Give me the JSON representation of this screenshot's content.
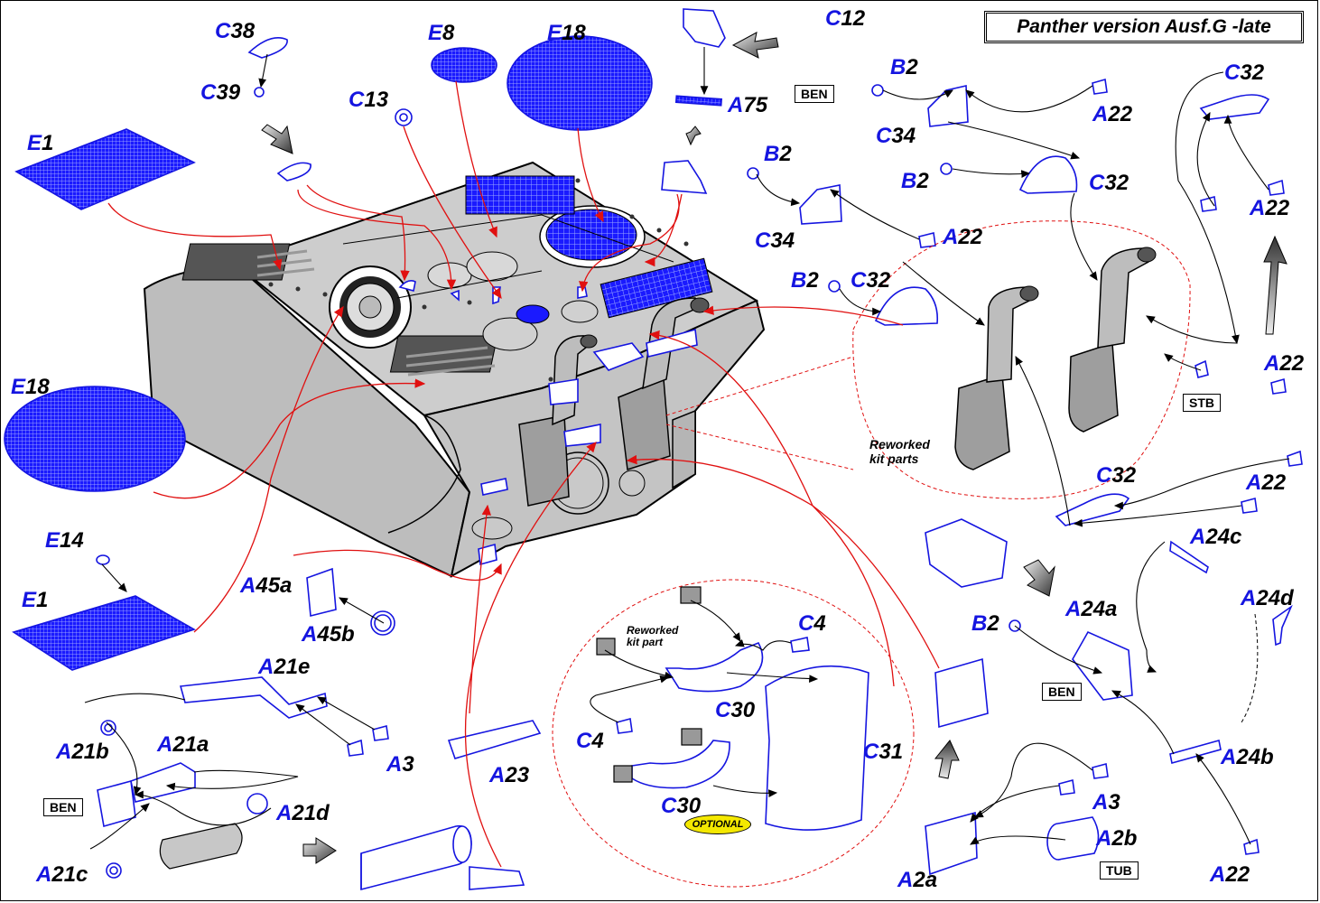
{
  "title": "Panther version  Ausf.G -late",
  "colors": {
    "part": "#1515e0",
    "leader": "#e01010",
    "hull": "#c9c9c9"
  },
  "labels": [
    {
      "id": "C38",
      "p": "C",
      "n": "38"
    },
    {
      "id": "C39",
      "p": "C",
      "n": "39"
    },
    {
      "id": "E8",
      "p": "E",
      "n": "8"
    },
    {
      "id": "E18a",
      "p": "E",
      "n": "18"
    },
    {
      "id": "C12",
      "p": "C",
      "n": "12"
    },
    {
      "id": "A75",
      "p": "A",
      "n": "75"
    },
    {
      "id": "C13",
      "p": "C",
      "n": "13"
    },
    {
      "id": "E1a",
      "p": "E",
      "n": "1"
    },
    {
      "id": "B2a",
      "p": "B",
      "n": "2"
    },
    {
      "id": "A22a",
      "p": "A",
      "n": "22"
    },
    {
      "id": "C34a",
      "p": "C",
      "n": "34"
    },
    {
      "id": "B2b",
      "p": "B",
      "n": "2"
    },
    {
      "id": "C32a",
      "p": "C",
      "n": "32"
    },
    {
      "id": "B2c",
      "p": "B",
      "n": "2"
    },
    {
      "id": "A22b",
      "p": "A",
      "n": "22"
    },
    {
      "id": "C34b",
      "p": "C",
      "n": "34"
    },
    {
      "id": "B2d",
      "p": "B",
      "n": "2"
    },
    {
      "id": "C32b",
      "p": "C",
      "n": "32"
    },
    {
      "id": "C32c",
      "p": "C",
      "n": "32"
    },
    {
      "id": "A22c",
      "p": "A",
      "n": "22"
    },
    {
      "id": "A22d",
      "p": "A",
      "n": "22"
    },
    {
      "id": "E18b",
      "p": "E",
      "n": "18"
    },
    {
      "id": "C32d",
      "p": "C",
      "n": "32"
    },
    {
      "id": "A22e",
      "p": "A",
      "n": "22"
    },
    {
      "id": "A24c",
      "p": "A",
      "n": "24c"
    },
    {
      "id": "A24d",
      "p": "A",
      "n": "24d"
    },
    {
      "id": "E14",
      "p": "E",
      "n": "14"
    },
    {
      "id": "E1b",
      "p": "E",
      "n": "1"
    },
    {
      "id": "A45a",
      "p": "A",
      "n": "45a"
    },
    {
      "id": "A45b",
      "p": "A",
      "n": "45b"
    },
    {
      "id": "C4a",
      "p": "C",
      "n": "4"
    },
    {
      "id": "B2e",
      "p": "B",
      "n": "2"
    },
    {
      "id": "A24a",
      "p": "A",
      "n": "24a"
    },
    {
      "id": "A21e",
      "p": "A",
      "n": "21e"
    },
    {
      "id": "C30a",
      "p": "C",
      "n": "30"
    },
    {
      "id": "A21b",
      "p": "A",
      "n": "21b"
    },
    {
      "id": "A21a",
      "p": "A",
      "n": "21a"
    },
    {
      "id": "A3a",
      "p": "A",
      "n": "3"
    },
    {
      "id": "C4b",
      "p": "C",
      "n": "4"
    },
    {
      "id": "C31",
      "p": "C",
      "n": "31"
    },
    {
      "id": "A24b",
      "p": "A",
      "n": "24b"
    },
    {
      "id": "A23",
      "p": "A",
      "n": "23"
    },
    {
      "id": "A21d",
      "p": "A",
      "n": "21d"
    },
    {
      "id": "C30b",
      "p": "C",
      "n": "30"
    },
    {
      "id": "A3b",
      "p": "A",
      "n": "3"
    },
    {
      "id": "A21c",
      "p": "A",
      "n": "21c"
    },
    {
      "id": "A2b",
      "p": "A",
      "n": "2b"
    },
    {
      "id": "A2a",
      "p": "A",
      "n": "2a"
    },
    {
      "id": "A22f",
      "p": "A",
      "n": "22"
    }
  ],
  "tags": {
    "ben1": "BEN",
    "stb": "STB",
    "ben2": "BEN",
    "ben3": "BEN",
    "tub": "TUB"
  },
  "notes": {
    "reworked_parts": "Reworked\nkit parts",
    "reworked_part": "Reworked\nkit part",
    "optional": "OPTIONAL"
  }
}
